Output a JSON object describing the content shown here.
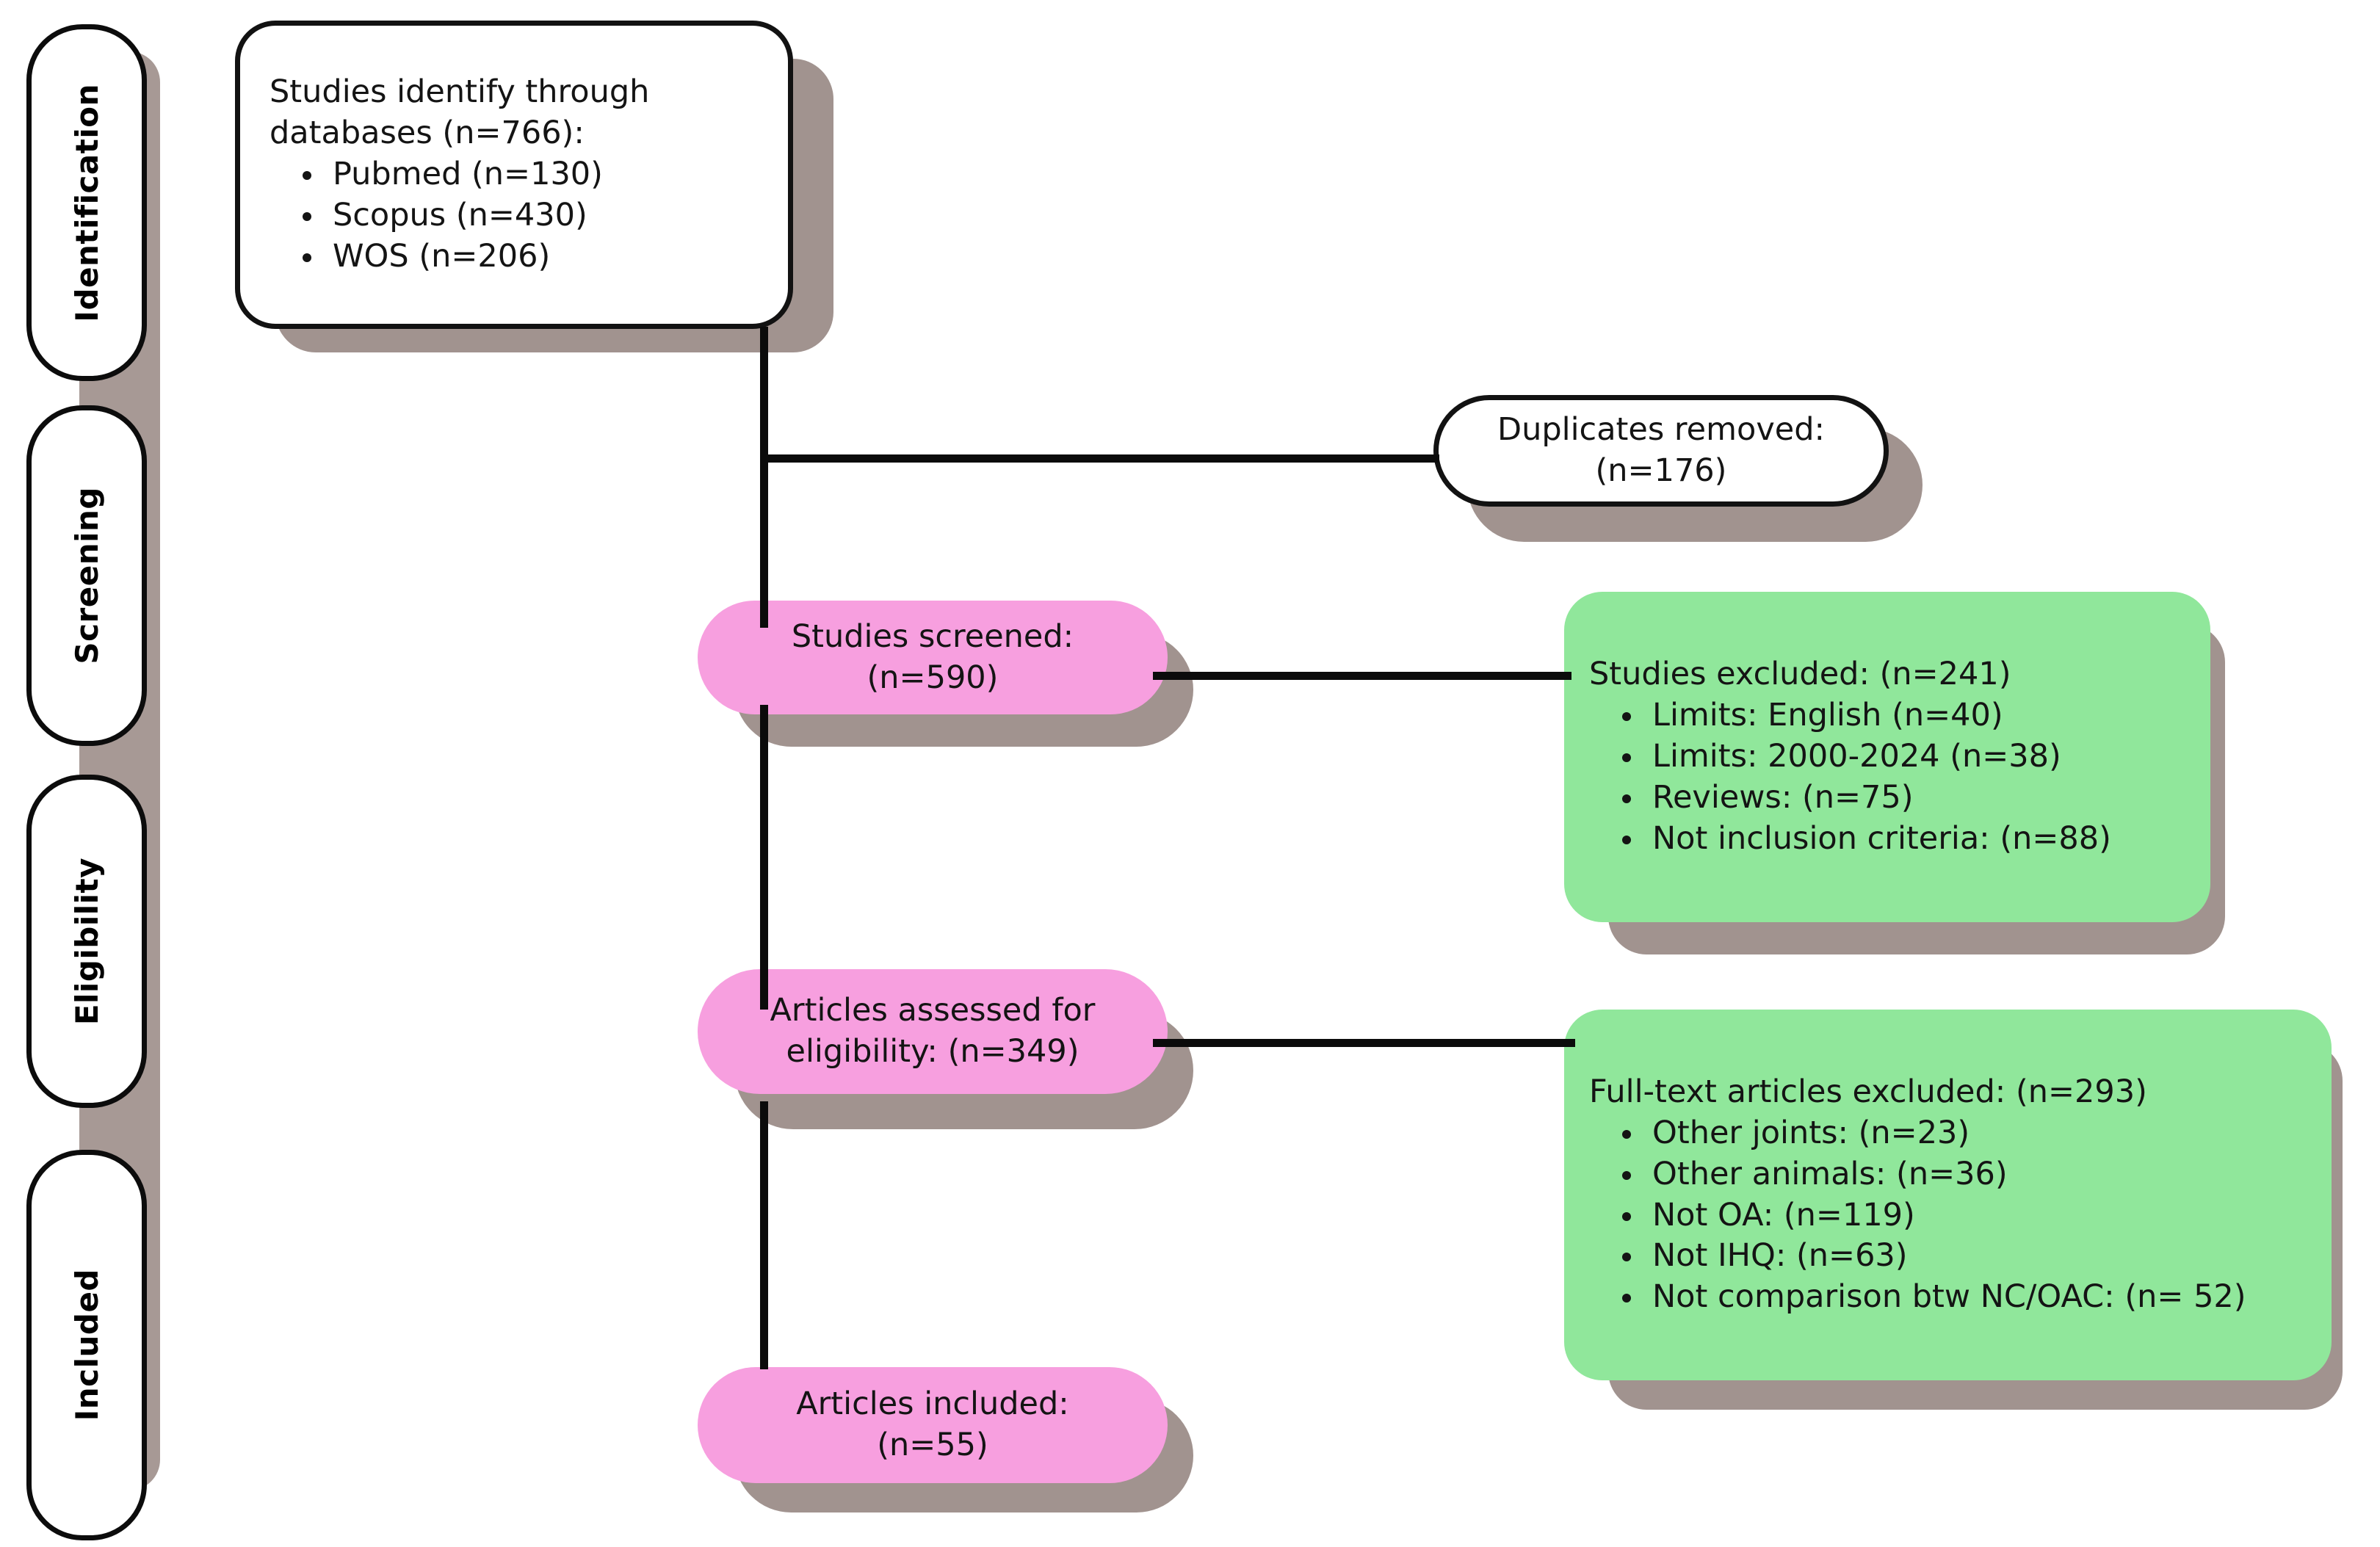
{
  "diagram": {
    "title": "PRISMA study selection flow diagram",
    "colors": {
      "pink": "#f79fdf",
      "green": "#90e79b",
      "white": "#ffffff",
      "shadow": "#a1938f",
      "line": "#0b0b0b"
    }
  },
  "phases": [
    {
      "id": "identification",
      "label": "Identification"
    },
    {
      "id": "screening",
      "label": "Screening"
    },
    {
      "id": "eligibility",
      "label": "Eligibility"
    },
    {
      "id": "included",
      "label": "Included"
    }
  ],
  "nodes": {
    "identified": {
      "heading_line1": "Studies identify through",
      "heading_line2": "databases (n=766):",
      "items": [
        "Pubmed (n=130)",
        "Scopus (n=430)",
        "WOS (n=206)"
      ]
    },
    "duplicates": {
      "line1": "Duplicates removed:",
      "line2": "(n=176)"
    },
    "screened": {
      "line1": "Studies screened:",
      "line2": "(n=590)"
    },
    "studies_excluded": {
      "heading": "Studies excluded: (n=241)",
      "items": [
        "Limits: English (n=40)",
        "Limits: 2000-2024 (n=38)",
        "Reviews: (n=75)",
        "Not inclusion criteria: (n=88)"
      ]
    },
    "assessed": {
      "line1": "Articles assessed for",
      "line2": "eligibility: (n=349)"
    },
    "fulltext_excluded": {
      "heading": "Full-text articles excluded: (n=293)",
      "items": [
        "Other joints: (n=23)",
        "Other animals: (n=36)",
        "Not OA: (n=119)",
        "Not IHQ: (n=63)",
        "Not comparison btw NC/OAC: (n= 52)"
      ]
    },
    "included": {
      "line1": "Articles included:",
      "line2": "(n=55)"
    }
  },
  "chart_data": {
    "type": "diagram",
    "title": "PRISMA flow diagram",
    "stages": [
      {
        "phase": "Identification",
        "label": "Studies identify through databases",
        "n": 766,
        "breakdown": [
          {
            "source": "Pubmed",
            "n": 130
          },
          {
            "source": "Scopus",
            "n": 430
          },
          {
            "source": "WOS",
            "n": 206
          }
        ]
      },
      {
        "phase": "Screening",
        "label": "Duplicates removed",
        "n": 176,
        "kind": "excluded"
      },
      {
        "phase": "Screening",
        "label": "Studies screened",
        "n": 590
      },
      {
        "phase": "Screening",
        "label": "Studies excluded",
        "n": 241,
        "kind": "excluded",
        "breakdown": [
          {
            "reason": "Limits: English",
            "n": 40
          },
          {
            "reason": "Limits: 2000-2024",
            "n": 38
          },
          {
            "reason": "Reviews",
            "n": 75
          },
          {
            "reason": "Not inclusion criteria",
            "n": 88
          }
        ]
      },
      {
        "phase": "Eligibility",
        "label": "Articles assessed for eligibility",
        "n": 349
      },
      {
        "phase": "Eligibility",
        "label": "Full-text articles excluded",
        "n": 293,
        "kind": "excluded",
        "breakdown": [
          {
            "reason": "Other joints",
            "n": 23
          },
          {
            "reason": "Other animals",
            "n": 36
          },
          {
            "reason": "Not OA",
            "n": 119
          },
          {
            "reason": "Not IHQ",
            "n": 63
          },
          {
            "reason": "Not comparison btw NC/OAC",
            "n": 52
          }
        ]
      },
      {
        "phase": "Included",
        "label": "Articles included",
        "n": 55
      }
    ]
  }
}
